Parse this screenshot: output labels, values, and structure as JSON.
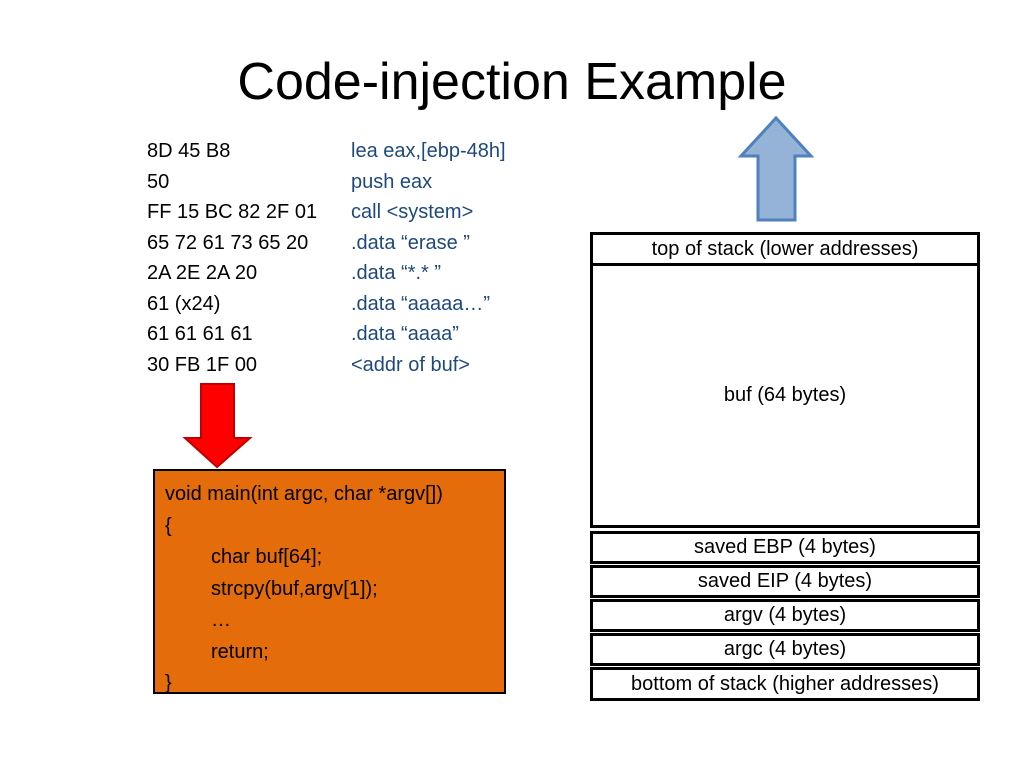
{
  "slide": {
    "title": "Code-injection Example"
  },
  "assembly": {
    "rows": [
      {
        "bytes": "8D 45 B8",
        "instruction": "lea eax,[ebp-48h]"
      },
      {
        "bytes": "50",
        "instruction": "push eax"
      },
      {
        "bytes": "FF 15 BC 82 2F 01",
        "instruction": "call <system>"
      },
      {
        "bytes": "65 72 61 73 65 20",
        "instruction": ".data “erase ”"
      },
      {
        "bytes": "2A 2E 2A 20",
        "instruction": ".data “*.* ”"
      },
      {
        "bytes": "61 (x24)",
        "instruction": ".data “aaaaa…”"
      },
      {
        "bytes": "61 61 61 61",
        "instruction": ".data “aaaa”"
      },
      {
        "bytes": "30 FB 1F 00",
        "instruction": "<addr of buf>"
      }
    ]
  },
  "code": {
    "lines": [
      "void main(int argc, char *argv[])",
      "{",
      "char buf[64];",
      "strcpy(buf,argv[1]);",
      "…",
      "return;",
      "}"
    ]
  },
  "stack": {
    "top": "top of stack (lower addresses)",
    "buf": "buf (64 bytes)",
    "saved_ebp": "saved EBP (4 bytes)",
    "saved_eip": "saved EIP (4 bytes)",
    "argv": "argv (4 bytes)",
    "argc": "argc (4 bytes)",
    "bottom": "bottom of stack (higher addresses)"
  },
  "colors": {
    "code_box_fill": "#e46c0a",
    "down_arrow_fill": "#ff0000",
    "up_arrow_fill": "#95b3d7",
    "up_arrow_stroke": "#4f81bd",
    "instruction_text": "#1f497d"
  }
}
